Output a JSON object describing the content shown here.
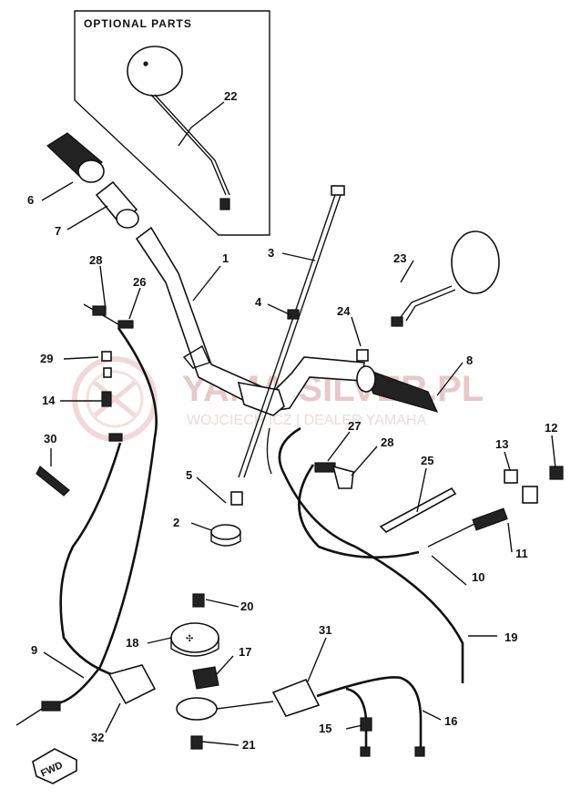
{
  "optional_box": {
    "title": "OPTIONAL PARTS"
  },
  "watermark": {
    "line1": "YAMA-SILVER.PL",
    "line2": "WOJCIECH  ICZ | DEALER YAMAHA"
  },
  "fwd_label": "FWD",
  "callouts": [
    {
      "id": "c1",
      "label": "1"
    },
    {
      "id": "c2",
      "label": "2"
    },
    {
      "id": "c3",
      "label": "3"
    },
    {
      "id": "c4",
      "label": "4"
    },
    {
      "id": "c5",
      "label": "5"
    },
    {
      "id": "c6",
      "label": "6"
    },
    {
      "id": "c7",
      "label": "7"
    },
    {
      "id": "c8",
      "label": "8"
    },
    {
      "id": "c9",
      "label": "9"
    },
    {
      "id": "c10",
      "label": "10"
    },
    {
      "id": "c11",
      "label": "11"
    },
    {
      "id": "c12",
      "label": "12"
    },
    {
      "id": "c13",
      "label": "13"
    },
    {
      "id": "c14",
      "label": "14"
    },
    {
      "id": "c15",
      "label": "15"
    },
    {
      "id": "c16",
      "label": "16"
    },
    {
      "id": "c17",
      "label": "17"
    },
    {
      "id": "c18",
      "label": "18"
    },
    {
      "id": "c19",
      "label": "19"
    },
    {
      "id": "c20",
      "label": "20"
    },
    {
      "id": "c21",
      "label": "21"
    },
    {
      "id": "c22",
      "label": "22"
    },
    {
      "id": "c23",
      "label": "23"
    },
    {
      "id": "c24",
      "label": "24"
    },
    {
      "id": "c25",
      "label": "25"
    },
    {
      "id": "c26",
      "label": "26"
    },
    {
      "id": "c27",
      "label": "27"
    },
    {
      "id": "c28a",
      "label": "28"
    },
    {
      "id": "c28b",
      "label": "28"
    },
    {
      "id": "c29",
      "label": "29"
    },
    {
      "id": "c30",
      "label": "30"
    },
    {
      "id": "c31",
      "label": "31"
    },
    {
      "id": "c32",
      "label": "32"
    }
  ]
}
